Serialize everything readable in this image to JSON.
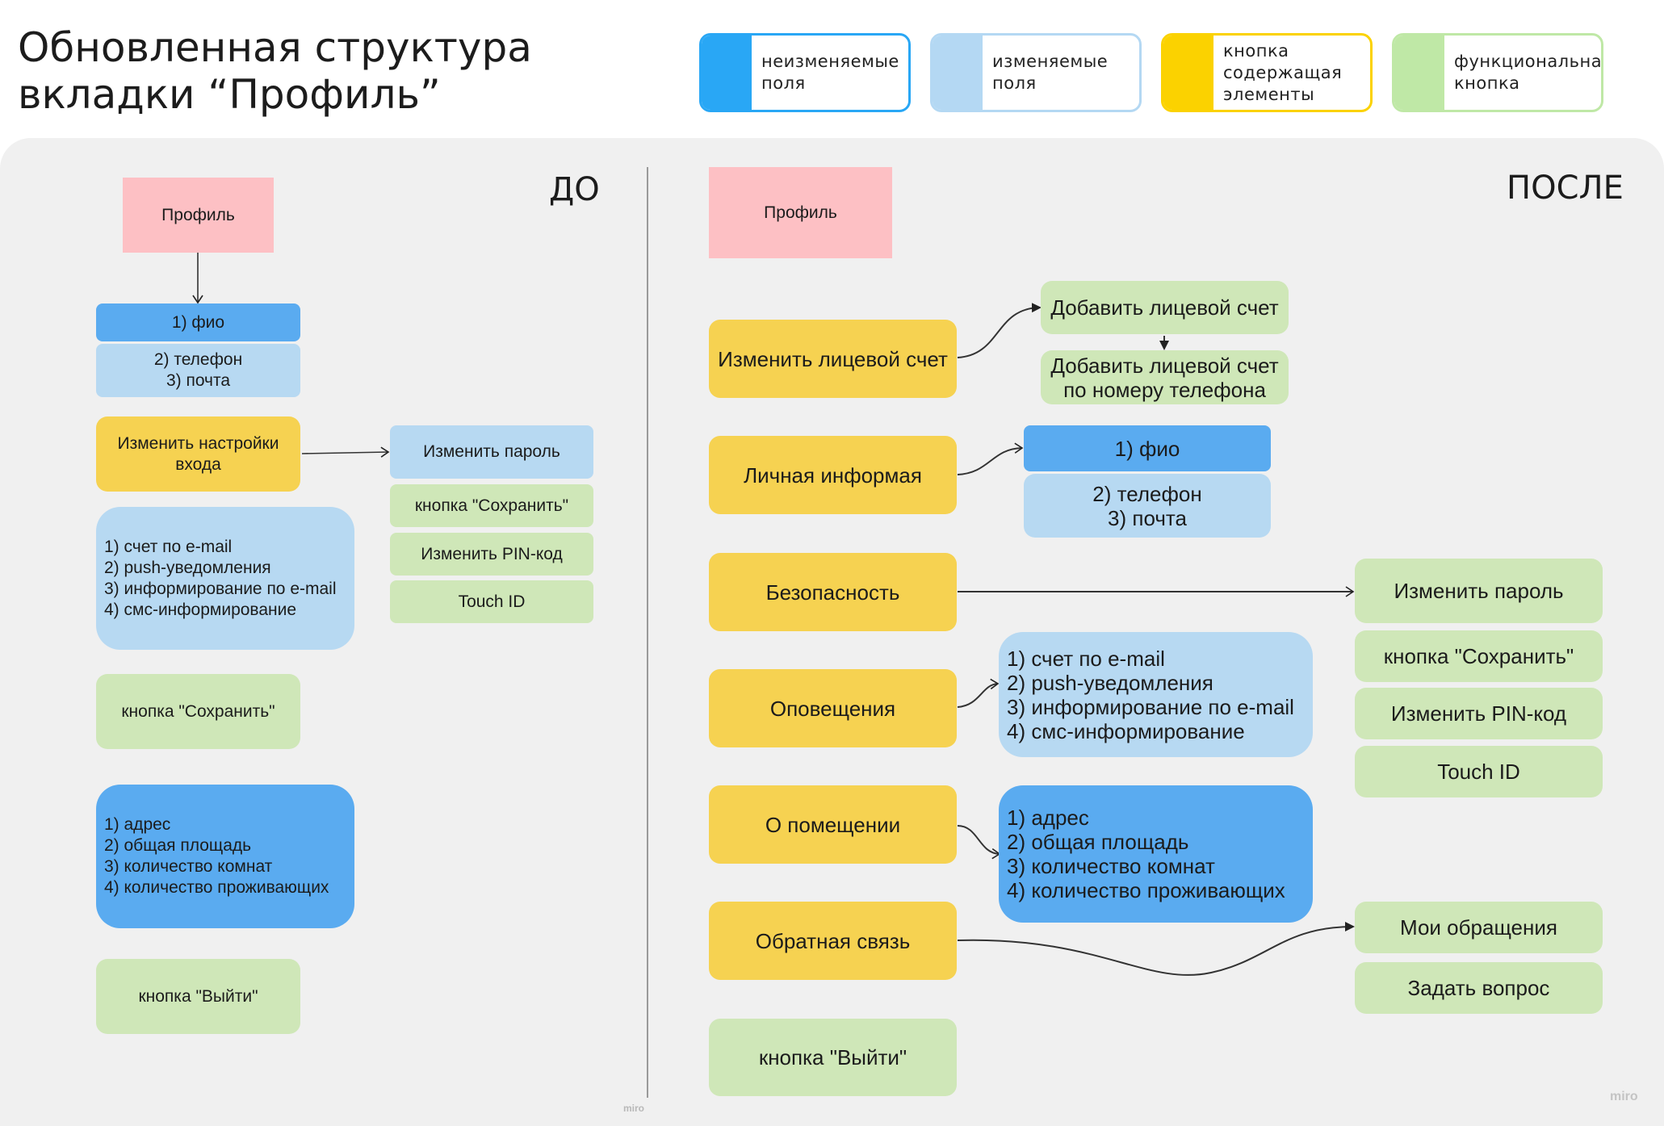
{
  "title": "Обновленная структура\nвкладки “Профиль”",
  "legend": [
    {
      "label": "неизменяемые\nполя",
      "color": "#29a7f5"
    },
    {
      "label": "изменяемые\nполя",
      "color": "#b4d8f3"
    },
    {
      "label": "кнопка\nсодержащая\nэлементы",
      "color": "#fbd200"
    },
    {
      "label": "функциональная\nкнопка",
      "color": "#bfe8a6"
    }
  ],
  "before": {
    "heading": "ДО",
    "profile": "Профиль",
    "fio": "1) фио",
    "phone_mail": "2) телефон\n3) почта",
    "login_settings": "Изменить настройки\nвхода",
    "change_password": "Изменить пароль",
    "save_button_1": "кнопка \"Сохранить\"",
    "change_pin": "Изменить PIN-код",
    "touch_id": "Touch ID",
    "notifications": "1) счет по e-mail\n2) push-уведомления\n3) информирование по e-mail\n4) смс-информирование",
    "save_button_2": "кнопка \"Сохранить\"",
    "premises": "1) адрес\n2) общая площадь\n3) количество комнат\n4) количество проживающих",
    "logout_button": "кнопка \"Выйти\""
  },
  "after": {
    "heading": "ПОСЛЕ",
    "profile": "Профиль",
    "change_account": "Изменить лицевой счет",
    "add_account": "Добавить лицевой счет",
    "add_account_phone": "Добавить лицевой счет\nпо номеру телефона",
    "personal_info": "Личная информая",
    "fio": "1) фио",
    "phone_mail": "2) телефон\n3) почта",
    "security": "Безопасность",
    "change_password": "Изменить пароль",
    "save_button": "кнопка \"Сохранить\"",
    "change_pin": "Изменить PIN-код",
    "touch_id": "Touch ID",
    "notifications": "Оповещения",
    "notifications_list": "1) счет по e-mail\n2) push-уведомления\n3) информирование по e-mail\n4) смс-информирование",
    "premises": "О помещении",
    "premises_list": "1) адрес\n2) общая площадь\n3) количество комнат\n4) количество проживающих",
    "feedback": "Обратная связь",
    "my_requests": "Мои обращения",
    "ask_question": "Задать вопрос",
    "logout_button": "кнопка \"Выйти\""
  },
  "watermark": "miro"
}
